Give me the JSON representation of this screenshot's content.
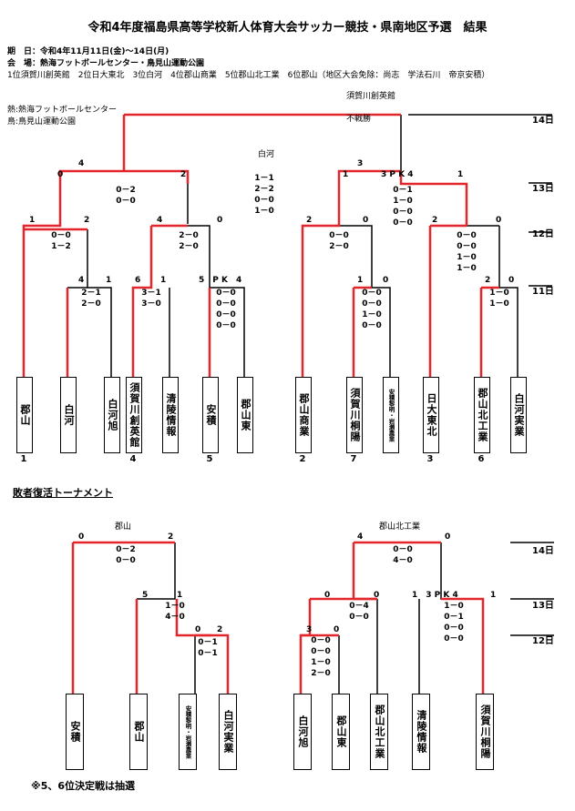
{
  "title": "令和4年度福島県高等学校新人体育大会サッカー競技・県南地区予選　結果",
  "info": {
    "period": "期　日：令和4年11月11日(金)～14日(月)",
    "venue": "会　場：熱海フットボールセンター・鳥見山運動公園",
    "ranking": "1位須賀川創英館　2位日大東北　3位白河　4位郡山商業　5位郡山北工業　6位郡山（地区大会免除：尚志　学法石川　帝京安積）",
    "venue_legend_1": "熱:熱海フットボールセンター",
    "venue_legend_2": "鳥:鳥見山運動公園"
  },
  "main": {
    "champion": "須賀川創英館",
    "final_note": "不戦勝",
    "semi_winner": "白河",
    "days": [
      "14日",
      "13日",
      "12日",
      "11日"
    ],
    "teams": [
      "郡山",
      "白河",
      "白河旭",
      "須賀川創英館",
      "清陵情報",
      "安積",
      "郡山東",
      "郡山商業",
      "須賀川桐陽",
      "安積黎明・岩瀬農業",
      "日大東北",
      "郡山北工業",
      "白河実業"
    ],
    "ranks": [
      "1",
      "4",
      "5",
      "2",
      "7",
      "3",
      "6"
    ],
    "scores": {
      "sf_l_l": "0",
      "sf_l_r": "4",
      "sf_r_l": "2",
      "sf_r_r": "1",
      "semi_l": "1",
      "semi_r": "3",
      "pk_top": "3 P K 4",
      "pk_top_r": "1",
      "r2_a_l": "1",
      "r2_a_r": "2",
      "r2_b_l": "4",
      "r2_b_r": "0",
      "r2_c_l": "2",
      "r2_c_r": "0",
      "r2_d_l": "2",
      "r2_d_r": "0",
      "r1_a_l": "4",
      "r1_a_r": "1",
      "r1_b_l": "6",
      "r1_b_r": "1",
      "r1_c": "5　P K　4",
      "r1_d_l": "1",
      "r1_d_r": "0",
      "r1_e_l": "2",
      "r1_e_r": "0"
    },
    "results": {
      "qf_left": [
        "0－2",
        "0－0"
      ],
      "semi": [
        "1－1",
        "2－2",
        "0－0",
        "1－0"
      ],
      "qf_right": [
        "0－1",
        "1－0",
        "0－0",
        "0－0"
      ],
      "r2_a": [
        "0－0",
        "1－2"
      ],
      "r2_b": [
        "2－0",
        "2－0"
      ],
      "r2_c": [
        "0－0",
        "2－0"
      ],
      "r2_d": [
        "0－0",
        "0－0",
        "1－0",
        "1－0"
      ],
      "r1_a": [
        "2－1",
        "2－0"
      ],
      "r1_b": [
        "3－1",
        "3－0"
      ],
      "r1_c": [
        "0－0",
        "0－0",
        "0－0",
        "0－0"
      ],
      "r1_d": [
        "0－0",
        "0－0",
        "1－0",
        "0－0"
      ],
      "r1_e": [
        "1－0",
        "1－0"
      ]
    }
  },
  "consolation": {
    "heading": "敗者復活トーナメント",
    "left_winner": "郡山",
    "right_winner": "郡山北工業",
    "days": [
      "14日",
      "13日",
      "12日"
    ],
    "teams_left": [
      "安積",
      "郡山",
      "安積黎明・岩瀬農業",
      "白河実業"
    ],
    "teams_right": [
      "白河旭",
      "郡山東",
      "郡山北工業",
      "清陵情報",
      "須賀川桐陽"
    ],
    "scores": {
      "l_top_l": "0",
      "l_top_r": "2",
      "l_mid_l": "5",
      "l_mid_r": "1",
      "l_low_l": "0",
      "l_low_r": "2",
      "r_top_l": "4",
      "r_top_r": "0",
      "r_mid_l": "0",
      "r_mid_r": "0",
      "r_low_l": "3",
      "r_low_r": "0",
      "r_pk": "1　3 P K 4",
      "r_pk_r": "1"
    },
    "results": {
      "l_top": [
        "0－2",
        "0－0"
      ],
      "l_mid": [
        "1－0",
        "4－0"
      ],
      "l_low": [
        "0－1",
        "0－1"
      ],
      "r_top": [
        "0－0",
        "4－0"
      ],
      "r_mid": [
        "0－4",
        "0－0"
      ],
      "r_low": [
        "0－0",
        "0－0",
        "1－0",
        "2－0"
      ],
      "r_pk": [
        "1－0",
        "0－1",
        "0－0",
        "0－0"
      ]
    },
    "note": "※5、6位決定戦は抽選"
  }
}
